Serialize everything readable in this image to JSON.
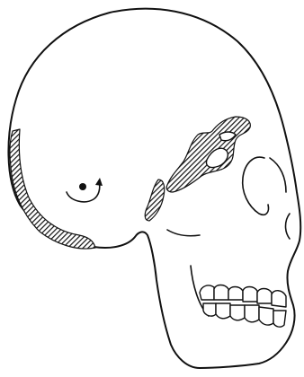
{
  "figure": {
    "kind": "lateral skull line drawing",
    "colors": {
      "ink": "#111111",
      "background": "#ffffff"
    },
    "features": [
      "skull-outline",
      "occipital-hatched-region",
      "temporal-hatched-region",
      "sphenoid-hatched-region",
      "orbit-outline",
      "nasal-outline",
      "mandible-outline",
      "upper-teeth",
      "lower-teeth",
      "rotation-marker"
    ]
  }
}
